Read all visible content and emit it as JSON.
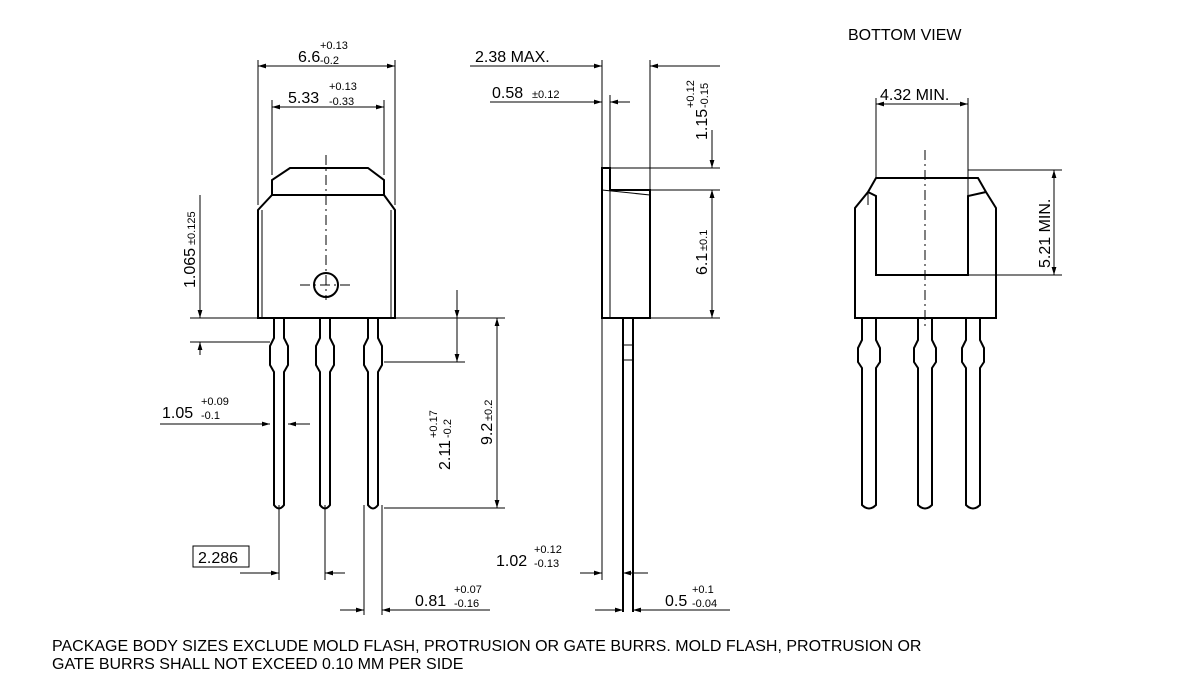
{
  "views": {
    "bottom_view_title": "BOTTOM VIEW"
  },
  "dims": {
    "front_width": {
      "main": "6.6",
      "sup": "+0.13",
      "sub": "-0.2"
    },
    "front_tab_width": {
      "main": "5.33",
      "sup": "+0.13",
      "sub": "-0.33"
    },
    "front_height": {
      "main": "1.065",
      "tol": "±0.125"
    },
    "lead_width": {
      "main": "1.05",
      "sup": "+0.09",
      "sub": "-0.1"
    },
    "pitch": {
      "main": "2.286"
    },
    "lead_thick": {
      "main": "0.81",
      "sup": "+0.07",
      "sub": "-0.16"
    },
    "stand_off": {
      "main": "2.11",
      "sup": "+0.17",
      "sub": "-0.2"
    },
    "lead_length": {
      "main": "9.2",
      "tol": "±0.2"
    },
    "side_max": {
      "main": "2.38 MAX."
    },
    "side_flange": {
      "main": "0.58",
      "tol": "±0.12"
    },
    "side_top": {
      "main": "1.15",
      "sup": "+0.12",
      "sub": "-0.15"
    },
    "side_body": {
      "main": "6.1",
      "tol": "±0.1"
    },
    "side_lead_bend": {
      "main": "1.02",
      "sup": "+0.12",
      "sub": "-0.13"
    },
    "side_lead_thick": {
      "main": "0.5",
      "sup": "+0.1",
      "sub": "-0.04"
    },
    "bottom_width": {
      "main": "4.32 MIN."
    },
    "bottom_height": {
      "main": "5.21 MIN."
    }
  },
  "note": "PACKAGE BODY SIZES EXCLUDE MOLD FLASH, PROTRUSION OR GATE BURRS. MOLD FLASH, PROTRUSION OR\nGATE BURRS SHALL NOT EXCEED 0.10 MM PER SIDE"
}
